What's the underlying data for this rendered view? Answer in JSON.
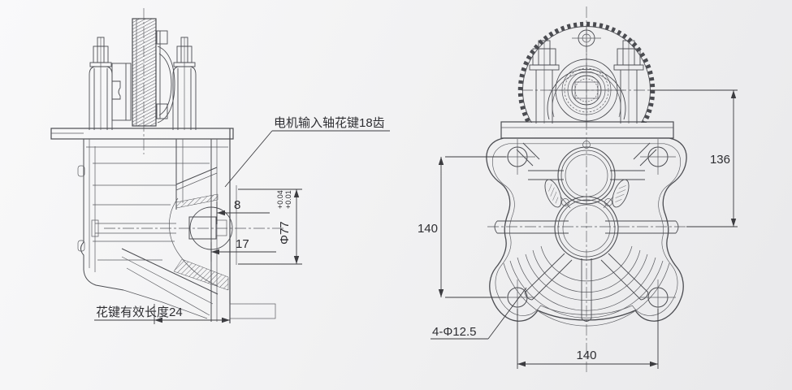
{
  "drawing": {
    "annotations": {
      "motor_spline_callout": "电机输入轴花键18齿",
      "spline_length_label": "花键有效长度24",
      "dim_8": "8",
      "dim_17": "17",
      "bore_dia": "Φ77",
      "bore_tol_upper": "+0.04",
      "bore_tol_lower": "+0.01",
      "dim_136": "136",
      "dim_140_vertical": "140",
      "dim_140_horizontal": "140",
      "holes_label": "4-Φ12.5"
    },
    "colors": {
      "line": "#4b4c51",
      "dimension": "#3c3c40",
      "text": "#2e2e32",
      "background_light": "#f9f9fa",
      "background_dark": "#e9e9eb"
    }
  }
}
